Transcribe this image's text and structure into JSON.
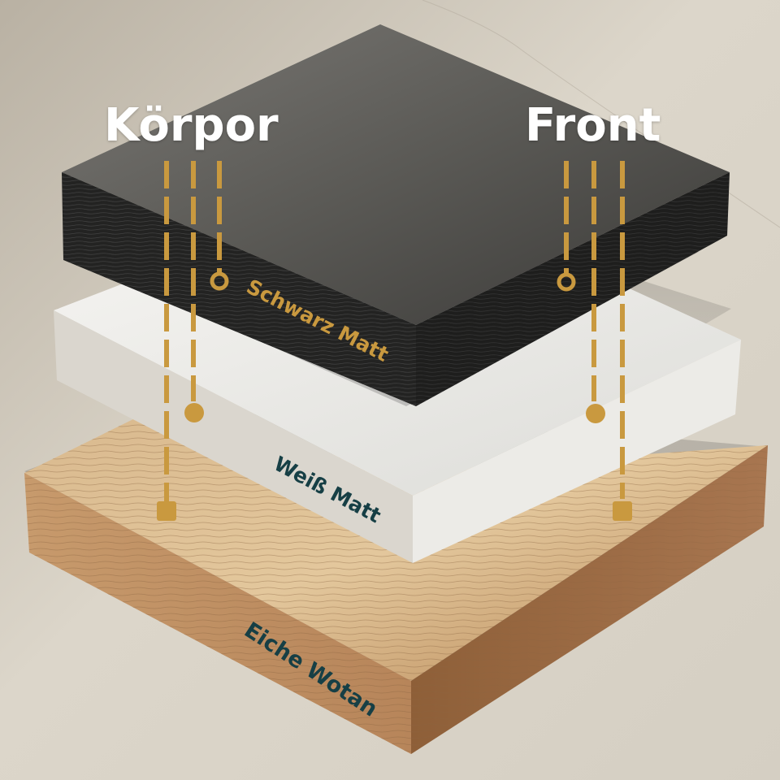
{
  "diagram": {
    "columns": [
      {
        "id": "korpus",
        "title": "Körpor",
        "x_lines": [
          205,
          238,
          270
        ]
      },
      {
        "id": "front",
        "title": "Front",
        "x_lines": [
          697,
          731,
          766
        ]
      }
    ],
    "layers": [
      {
        "id": "black",
        "label": "Schwarz Matt",
        "marker": "ring",
        "color": "#2e2e2c"
      },
      {
        "id": "white",
        "label": "Weiß Matt",
        "marker": "dot",
        "color": "#ecebe7"
      },
      {
        "id": "oak",
        "label": "Eiche Wotan",
        "marker": "square",
        "color": "#c0895a"
      }
    ],
    "colors": {
      "accent_gold": "#c9993f",
      "label_teal": "#163f45",
      "background": "#d9d3c7",
      "title_text": "#ffffff"
    }
  }
}
